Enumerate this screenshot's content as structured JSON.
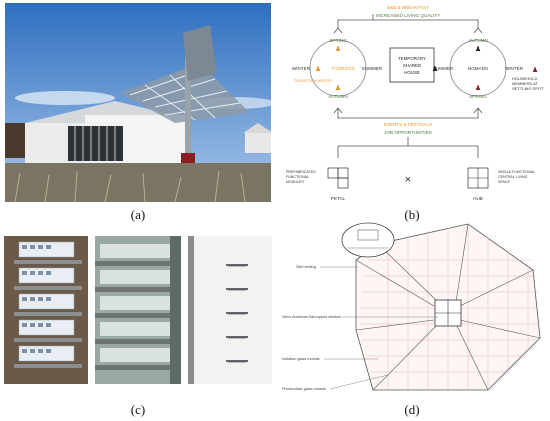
{
  "captions": {
    "a": "(a)",
    "b": "(b)",
    "c": "(c)",
    "d": "(d)"
  },
  "colors": {
    "orange": "#e8972a",
    "green": "#4f7a3c",
    "gray": "#555555"
  },
  "diagram_b": {
    "top_orange": "B&B & BREAKFAST",
    "top_green": "INCREASED LIVING QUALITY",
    "spring_l": "SPRING",
    "winter_l": "WINTER",
    "tourists": "TOURISTS",
    "summer_l": "SUMMER",
    "autumn_l": "AUTUMN",
    "tourists_in": "TOURISTS IN WINTER",
    "center": [
      "TEMPORARY",
      "SHARED",
      "HOUSE"
    ],
    "summer_r": "SUMMER",
    "nomads": "NOMADS",
    "winter_r": "WINTER",
    "autumn_r": "AUTUMN",
    "spring_r": "SPRING",
    "household": [
      "HOUSEHOLD",
      "MEMBERS AT",
      "SETTLING SPOT"
    ],
    "bottom_orange": "EVENTS & FESTIVALS",
    "bottom_green": "JOB OPPORTUNITIES",
    "left_note": [
      "PREFABRICATED",
      "FUNCTIONAL",
      "MODULES"
    ],
    "petal": "PETAL",
    "hub": "HUB",
    "right_note": [
      "SINGLE FUNCTIONAL",
      "CENTRAL LIVING",
      "SPACE"
    ],
    "cross": "×"
  },
  "plan_d": {
    "label_skirt": "Skirt setting",
    "label_window": "Velux American flat-topped window",
    "label_imitation": "Imitation glass module",
    "label_pv": "Photovoltaic glass module"
  }
}
